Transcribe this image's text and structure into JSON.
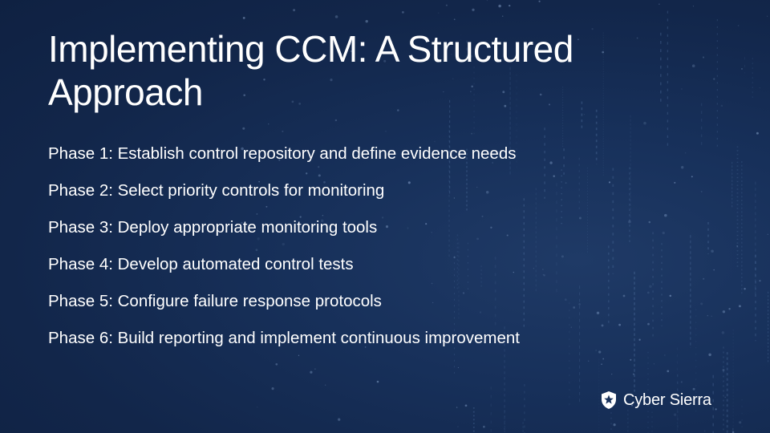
{
  "slide": {
    "title": "Implementing CCM: A Structured Approach",
    "phases": [
      "Phase 1: Establish control repository and define evidence needs",
      "Phase 2: Select priority controls for monitoring",
      "Phase 3: Deploy appropriate monitoring tools",
      "Phase 4: Develop automated control tests",
      "Phase 5: Configure failure response protocols",
      "Phase 6: Build reporting and implement continuous improvement"
    ]
  },
  "brand": {
    "name": "Cyber Sierra",
    "icon": "shield-icon"
  },
  "colors": {
    "background": "#17305a",
    "text": "#ffffff"
  }
}
